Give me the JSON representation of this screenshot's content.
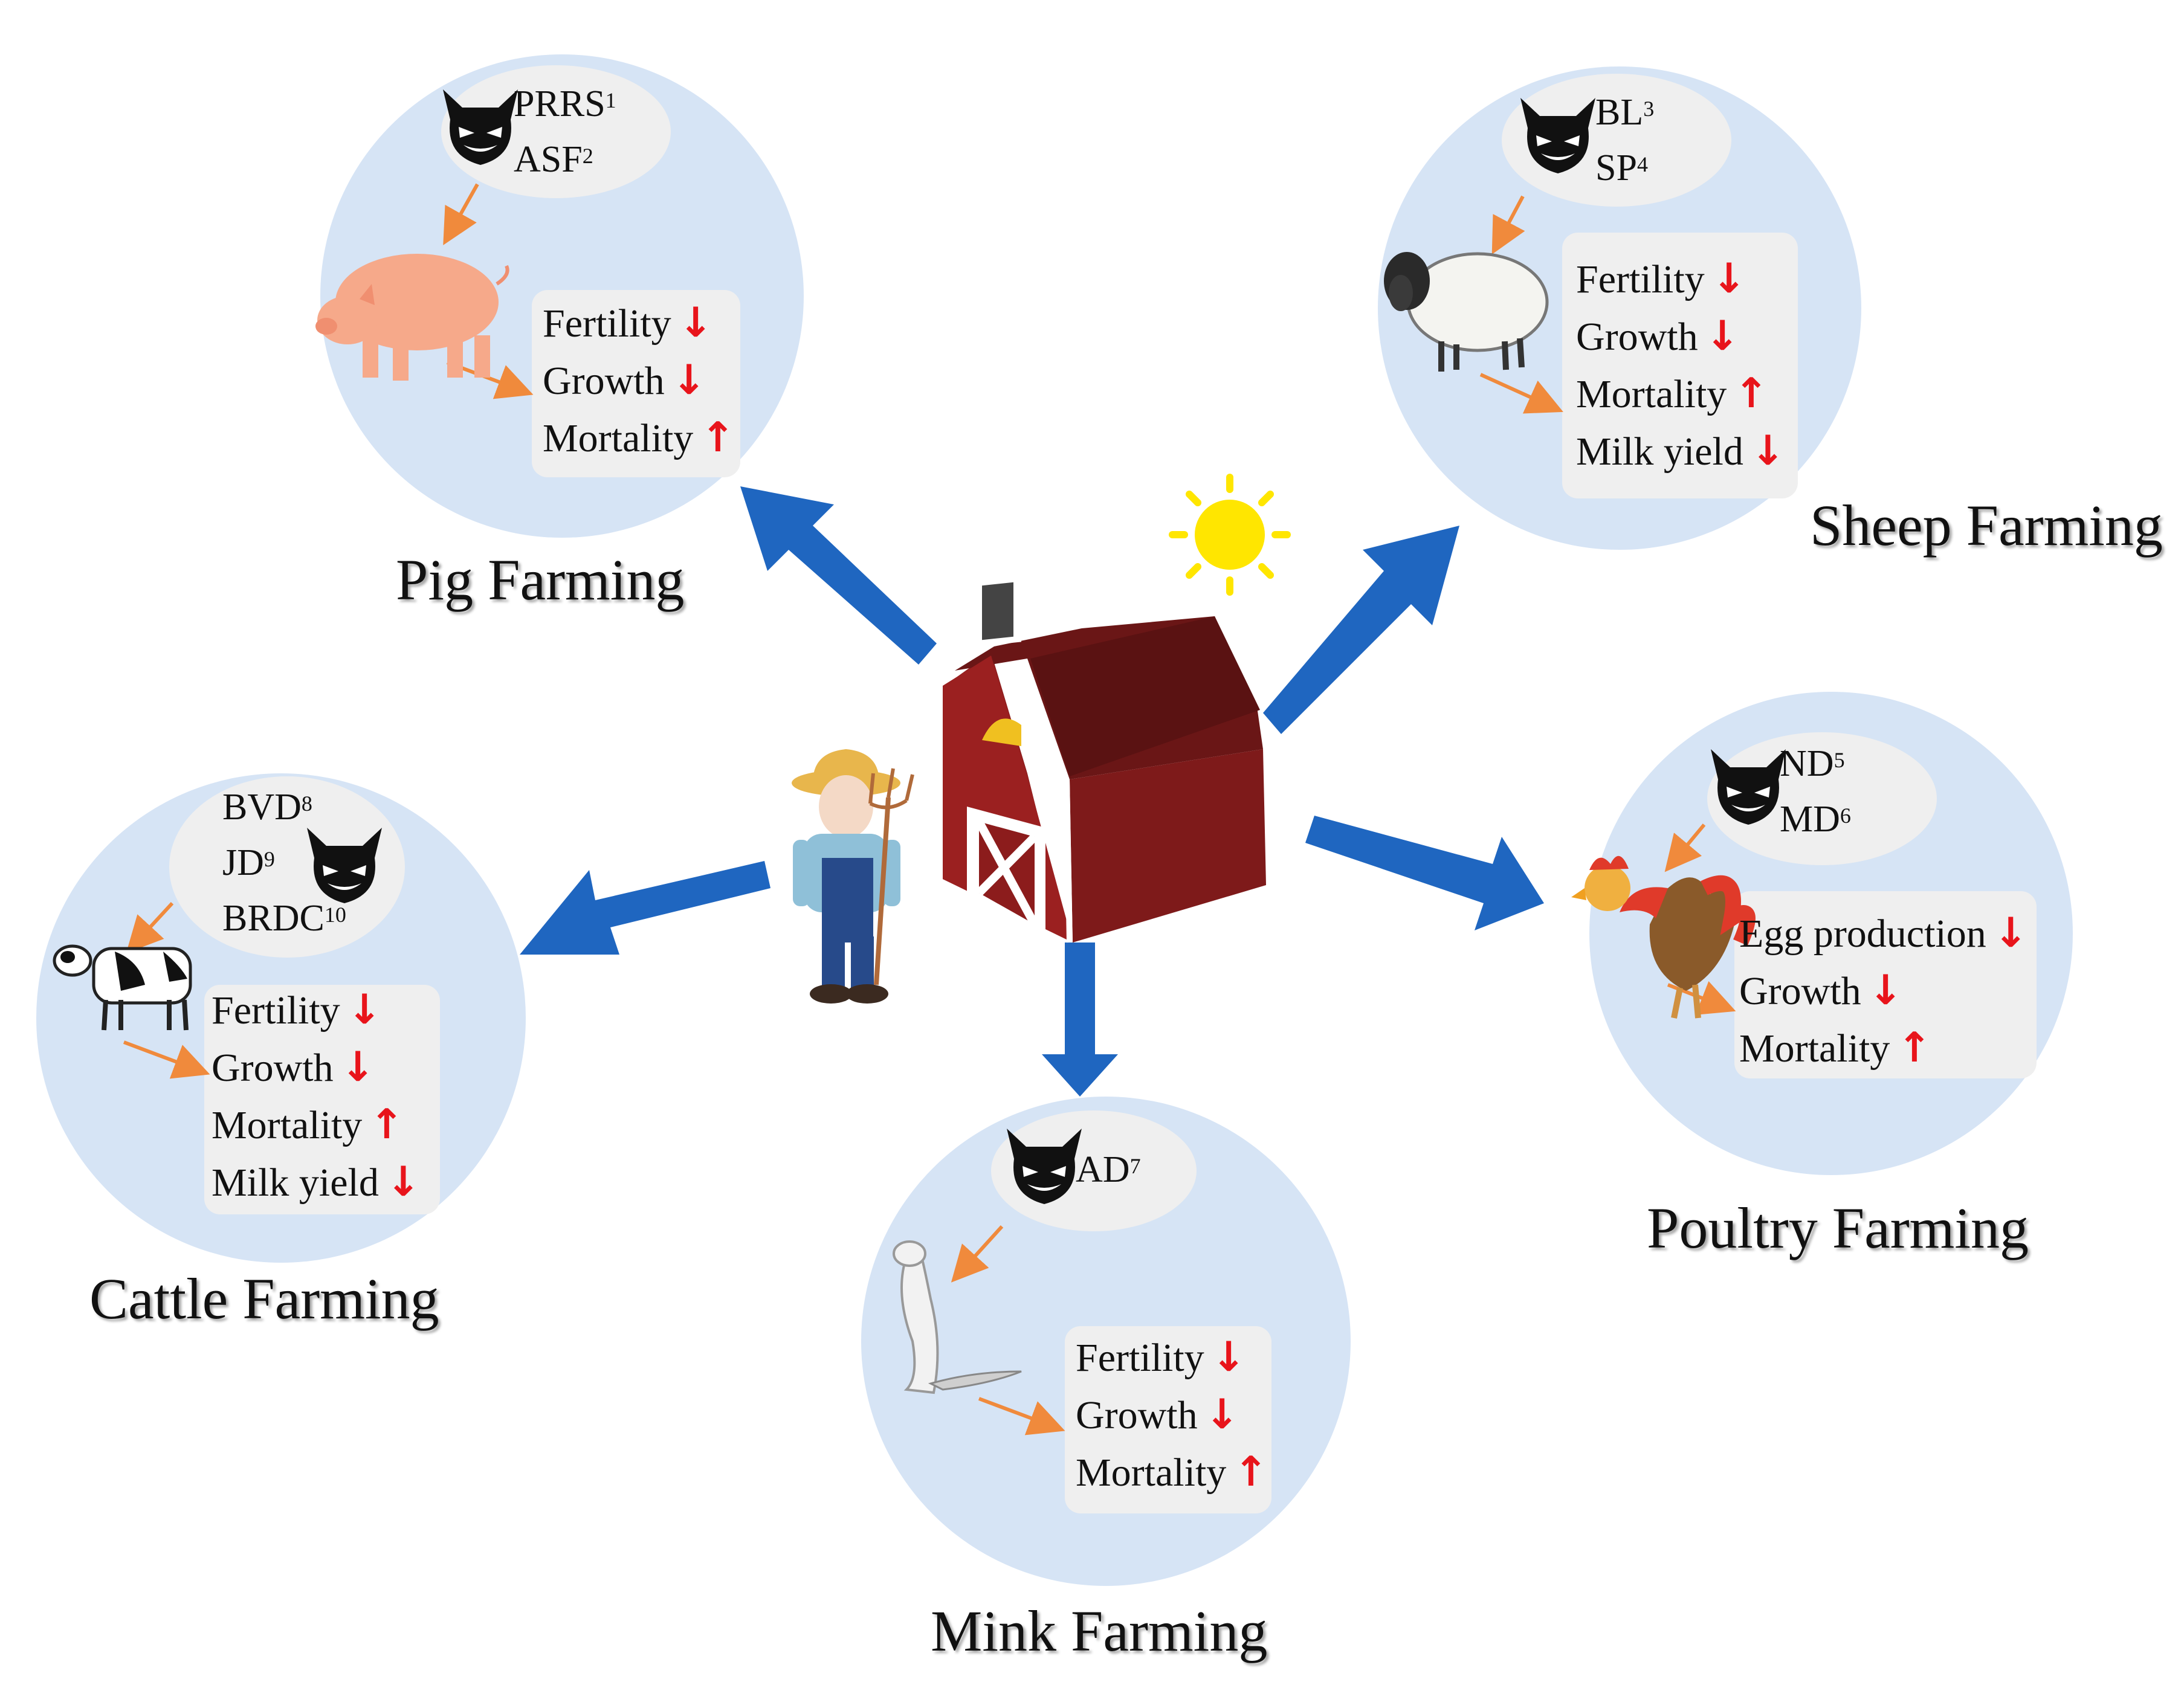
{
  "farms": {
    "pig": {
      "title": "Pig Farming",
      "pathogens": [
        {
          "name": "PRRS",
          "ref": "1"
        },
        {
          "name": "ASF",
          "ref": "2"
        }
      ],
      "effects": [
        {
          "label": "Fertility",
          "direction": "down"
        },
        {
          "label": "Growth",
          "direction": "down"
        },
        {
          "label": "Mortality",
          "direction": "up"
        }
      ]
    },
    "sheep": {
      "title": "Sheep Farming",
      "pathogens": [
        {
          "name": "BL",
          "ref": "3"
        },
        {
          "name": "SP",
          "ref": "4"
        }
      ],
      "effects": [
        {
          "label": "Fertility",
          "direction": "down"
        },
        {
          "label": "Growth",
          "direction": "down"
        },
        {
          "label": "Mortality",
          "direction": "up"
        },
        {
          "label": "Milk yield",
          "direction": "down"
        }
      ]
    },
    "poultry": {
      "title": "Poultry Farming",
      "pathogens": [
        {
          "name": "ND",
          "ref": "5"
        },
        {
          "name": "MD",
          "ref": "6"
        }
      ],
      "effects": [
        {
          "label": "Egg production",
          "direction": "down"
        },
        {
          "label": "Growth",
          "direction": "down"
        },
        {
          "label": "Mortality",
          "direction": "up"
        }
      ]
    },
    "mink": {
      "title": "Mink Farming",
      "pathogens": [
        {
          "name": "AD",
          "ref": "7"
        }
      ],
      "effects": [
        {
          "label": "Fertility",
          "direction": "down"
        },
        {
          "label": "Growth",
          "direction": "down"
        },
        {
          "label": "Mortality",
          "direction": "up"
        }
      ]
    },
    "cattle": {
      "title": "Cattle Farming",
      "pathogens": [
        {
          "name": "BVD",
          "ref": "8"
        },
        {
          "name": "JD",
          "ref": "9"
        },
        {
          "name": "BRDC",
          "ref": "10"
        }
      ],
      "effects": [
        {
          "label": "Fertility",
          "direction": "down"
        },
        {
          "label": "Growth",
          "direction": "down"
        },
        {
          "label": "Mortality",
          "direction": "up"
        },
        {
          "label": "Milk yield",
          "direction": "down"
        }
      ]
    }
  },
  "glyphs": {
    "up": "↑",
    "down": "↓"
  },
  "colors": {
    "circle_fill": "#d6e4f5",
    "bubble_fill": "#efefef",
    "blue_arrow": "#1f66c0",
    "orange_arrow": "#f08a3c",
    "effect_arrow": "#e8141b",
    "barn_red": "#8c1c1c",
    "sun": "#ffe600"
  },
  "icons": [
    "devil-icon",
    "pig-icon",
    "sheep-icon",
    "rooster-icon",
    "ferret-icon",
    "cow-icon",
    "barn-icon",
    "farmer-icon",
    "sun-icon"
  ]
}
